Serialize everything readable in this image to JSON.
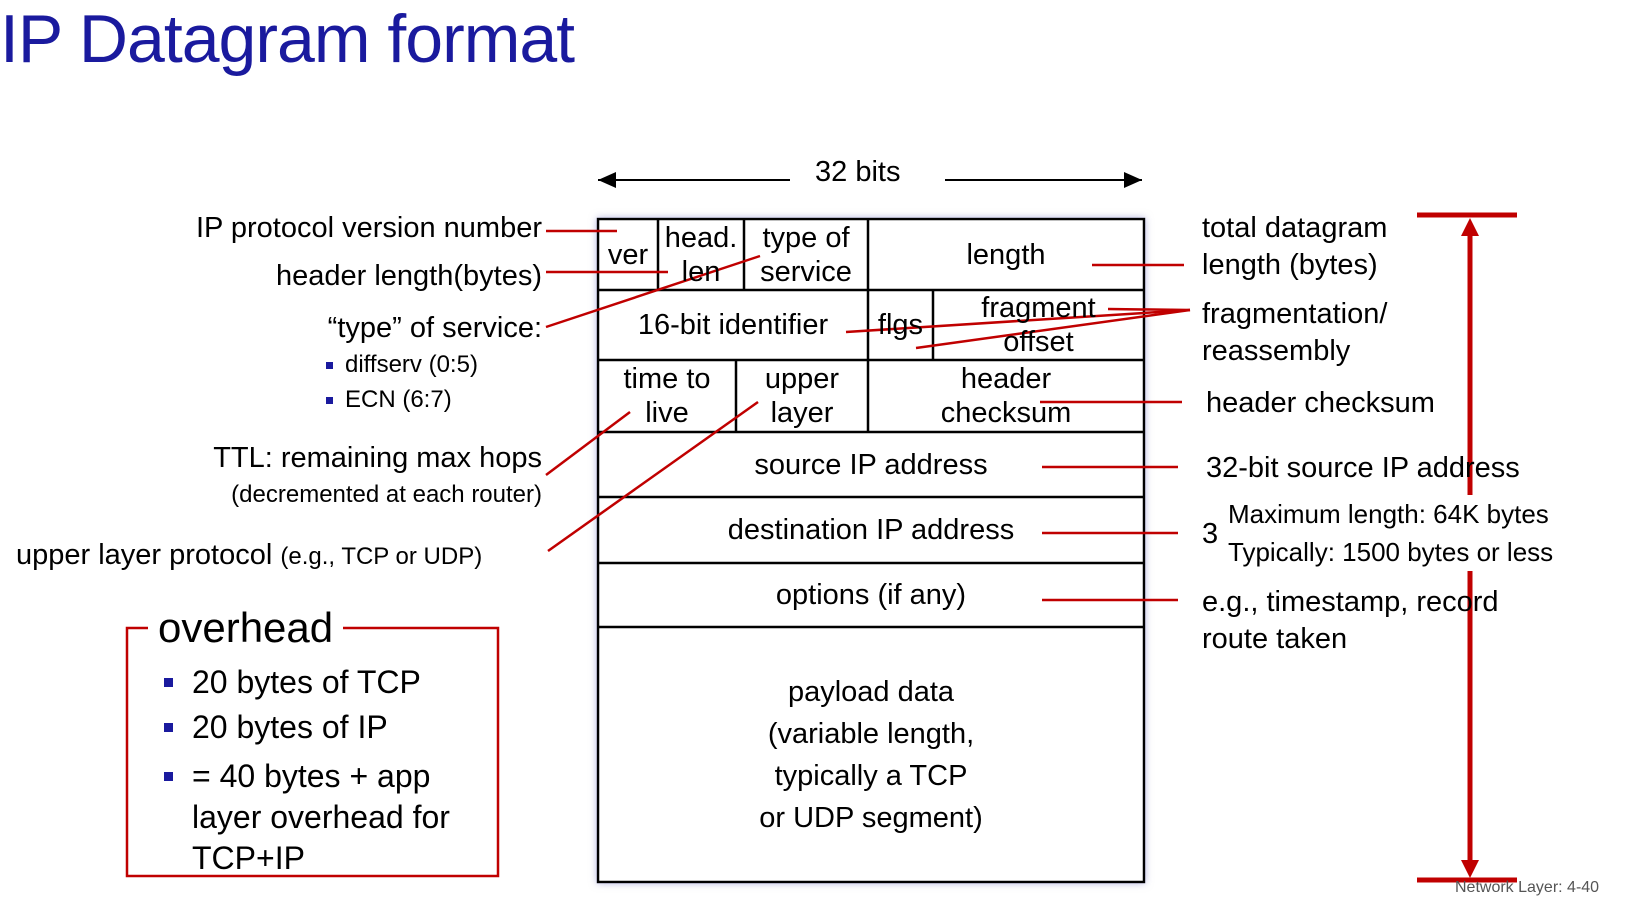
{
  "title": "IP Datagram format",
  "width_label": "32 bits",
  "fields": {
    "ver": "ver",
    "head_len_1": "head.",
    "head_len_2": "len",
    "tos_1": "type of",
    "tos_2": "service",
    "length": "length",
    "identifier": "16-bit identifier",
    "flags": "flgs",
    "frag_1": "fragment",
    "frag_2": "offset",
    "ttl_1": "time to",
    "ttl_2": "live",
    "upper_1": "upper",
    "upper_2": "layer",
    "hchk_1": "header",
    "hchk_2": "checksum",
    "src": "source IP address",
    "dst": "destination IP address",
    "options": "options (if any)",
    "payload": [
      "payload data",
      "(variable length,",
      "typically a TCP",
      "or UDP segment)"
    ]
  },
  "left_labels": {
    "version": "IP protocol version number",
    "hlen": "header length(bytes)",
    "tos": "“type” of service:",
    "tos_bullets": [
      "diffserv (0:5)",
      "ECN (6:7)"
    ],
    "ttl": "TTL: remaining  max hops",
    "ttl_note": "(decremented at each router)",
    "upper": "upper layer protocol",
    "upper_note": "(e.g., TCP or UDP)"
  },
  "right_labels": {
    "total_1": "total datagram",
    "total_2": "length (bytes)",
    "frag_1": "fragmentation/",
    "frag_2": "reassembly",
    "hchk": "header checksum",
    "src": "32-bit source IP address",
    "dst_partial": "3",
    "options_1": "e.g., timestamp, record",
    "options_2": "route taken"
  },
  "max_length": [
    "Maximum length: 64K bytes",
    "Typically: 1500 bytes or less"
  ],
  "overhead": {
    "title": "overhead",
    "items": [
      "20 bytes of TCP",
      "20 bytes of IP",
      "= 40 bytes + app",
      "layer overhead for",
      "TCP+IP"
    ]
  },
  "footer": "Network Layer: 4-40",
  "colors": {
    "title": "#1a1a9e",
    "pointer": "#c00000",
    "bullet": "#1a1a9e"
  }
}
